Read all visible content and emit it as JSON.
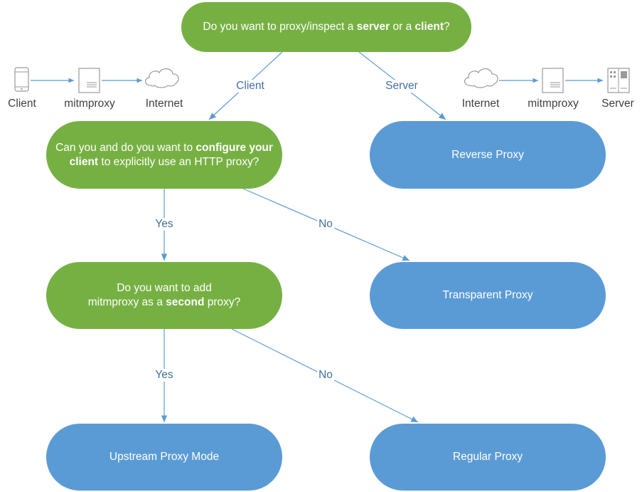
{
  "nodes": {
    "start": {
      "pre": "Do you want to proxy/inspect a ",
      "b1": "server",
      "mid": " or a ",
      "b2": "client",
      "post": "?"
    },
    "client_question": {
      "pre": "Can you and do you want to ",
      "b1": "configure your client",
      "post": " to explicitly use an HTTP proxy?"
    },
    "second_question": {
      "line1": "Do you want to add",
      "line2_pre": "mitmproxy as a ",
      "line2_b": "second",
      "line2_post": " proxy?"
    },
    "reverse": "Reverse Proxy",
    "transparent": "Transparent Proxy",
    "upstream": "Upstream Proxy Mode",
    "regular": "Regular Proxy"
  },
  "edges": {
    "client": "Client",
    "server": "Server",
    "yes1": "Yes",
    "no1": "No",
    "yes2": "Yes",
    "no2": "No"
  },
  "left_illustration": {
    "labels": [
      "Client",
      "mitmproxy",
      "Internet"
    ],
    "icons": [
      "smartphone-icon",
      "mitmproxy-box-icon",
      "cloud-icon"
    ]
  },
  "right_illustration": {
    "labels": [
      "Internet",
      "mitmproxy",
      "Server"
    ],
    "icons": [
      "cloud-icon",
      "mitmproxy-box-icon",
      "server-rack-icon"
    ]
  },
  "colors": {
    "question": "#76b043",
    "result": "#5b9bd5",
    "connector": "#5b9bd5",
    "edge_label": "#41719c",
    "icon_stroke": "#9a9a9a"
  }
}
